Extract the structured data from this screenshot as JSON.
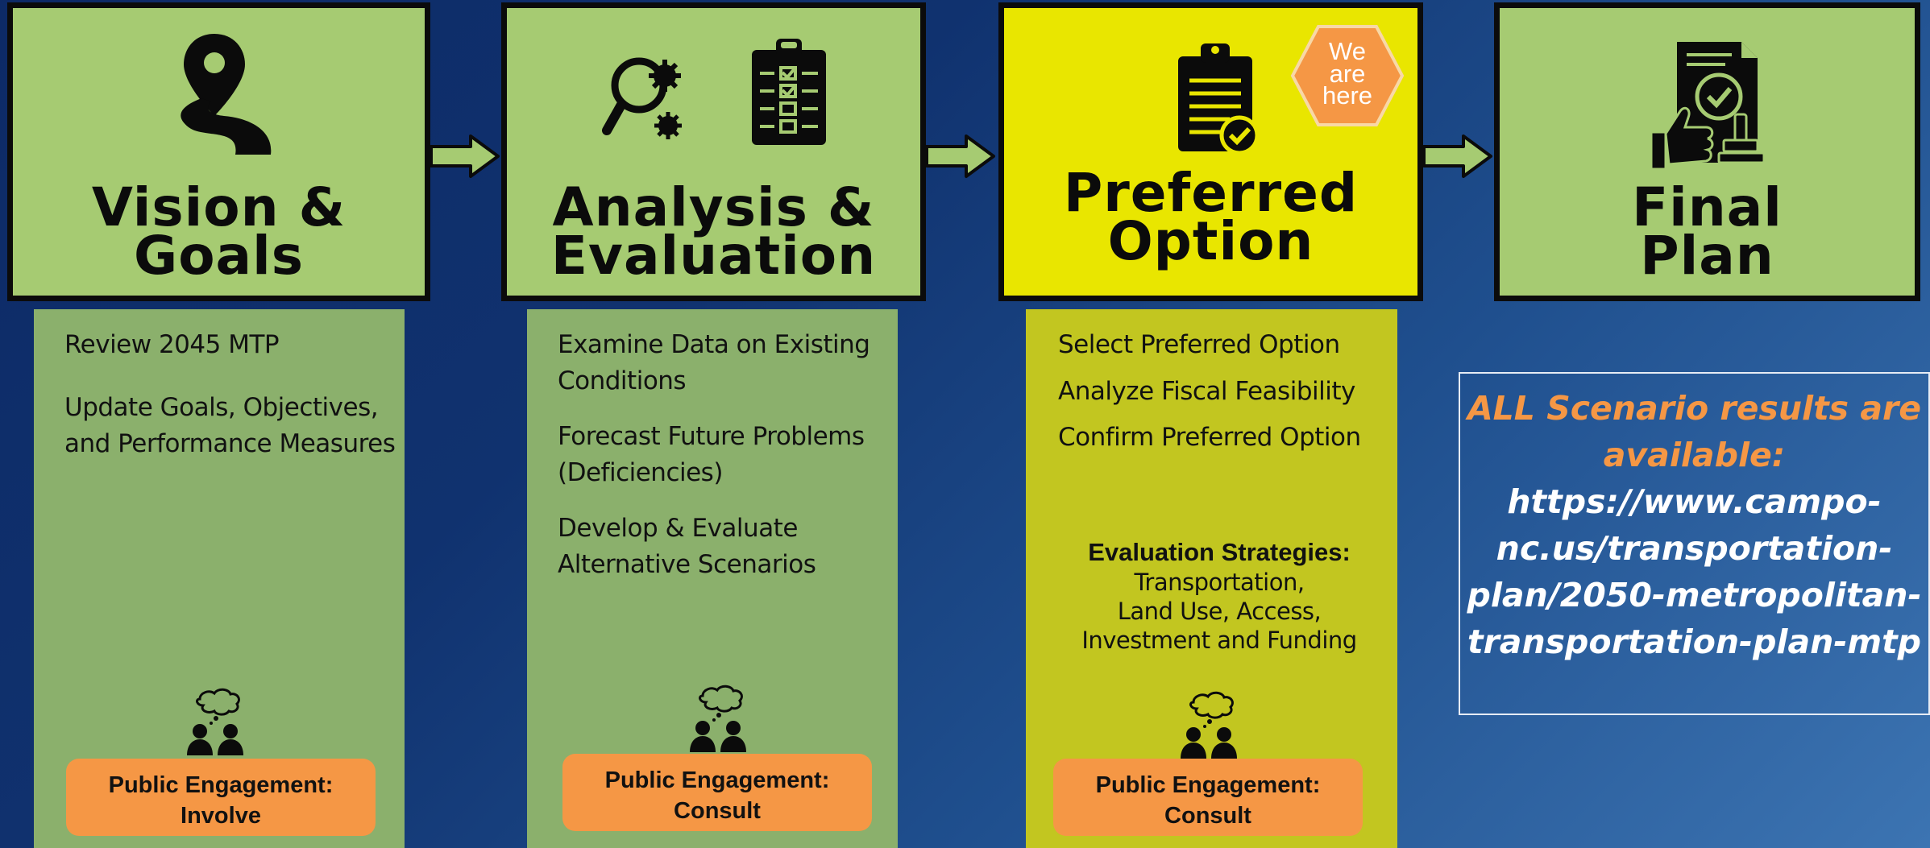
{
  "stages": [
    {
      "title_line1": "Vision &",
      "title_line2": "Goals",
      "icon": "winding-road-pin-icon"
    },
    {
      "title_line1": "Analysis &",
      "title_line2": "Evaluation",
      "icon": "magnifier-gears-checklist-icon"
    },
    {
      "title_line1": "Preferred",
      "title_line2": "Option",
      "icon": "clipboard-check-icon"
    },
    {
      "title_line1": "Final",
      "title_line2": "Plan",
      "icon": "document-approval-icon"
    }
  ],
  "marker": {
    "line1": "We",
    "line2": "are",
    "line3": "here"
  },
  "panels": [
    {
      "tasks": [
        {
          "line1": "Review 2045 MTP",
          "line2": ""
        },
        {
          "line1": "Update Goals, Objectives,",
          "line2": "and Performance Measures"
        }
      ],
      "engagement": {
        "line1": "Public Engagement:",
        "line2": "Involve"
      }
    },
    {
      "tasks": [
        {
          "line1": "Examine Data on Existing",
          "line2": "Conditions"
        },
        {
          "line1": "Forecast Future Problems",
          "line2": "(Deficiencies)"
        },
        {
          "line1": "Develop & Evaluate",
          "line2": "Alternative Scenarios"
        }
      ],
      "engagement": {
        "line1": "Public Engagement:",
        "line2": "Consult"
      }
    },
    {
      "tasks": [
        {
          "line1": "Select Preferred Option",
          "line2": ""
        },
        {
          "line1": "Analyze Fiscal Feasibility",
          "line2": ""
        },
        {
          "line1": "Confirm Preferred Option",
          "line2": ""
        }
      ],
      "evaluation": {
        "heading": "Evaluation Strategies:",
        "line1": "Transportation,",
        "line2": "Land Use, Access,",
        "line3": "Investment and Funding"
      },
      "engagement": {
        "line1": "Public Engagement:",
        "line2": "Consult"
      }
    }
  ],
  "note": {
    "heading_line1": "ALL Scenario results are",
    "heading_line2": "available:",
    "url_line1": "https://www.campo-",
    "url_line2": "nc.us/transportation-",
    "url_line3": "plan/2050-metropolitan-",
    "url_line4": "transportation-plan-mtp"
  },
  "colors": {
    "background": "#0d2a66",
    "stage_green": "#a6cb72",
    "stage_current": "#e9e600",
    "panel_green": "#8bb06c",
    "panel_yellow": "#c2c620",
    "badge_orange": "#f59745",
    "border": "#0b0b0b"
  }
}
